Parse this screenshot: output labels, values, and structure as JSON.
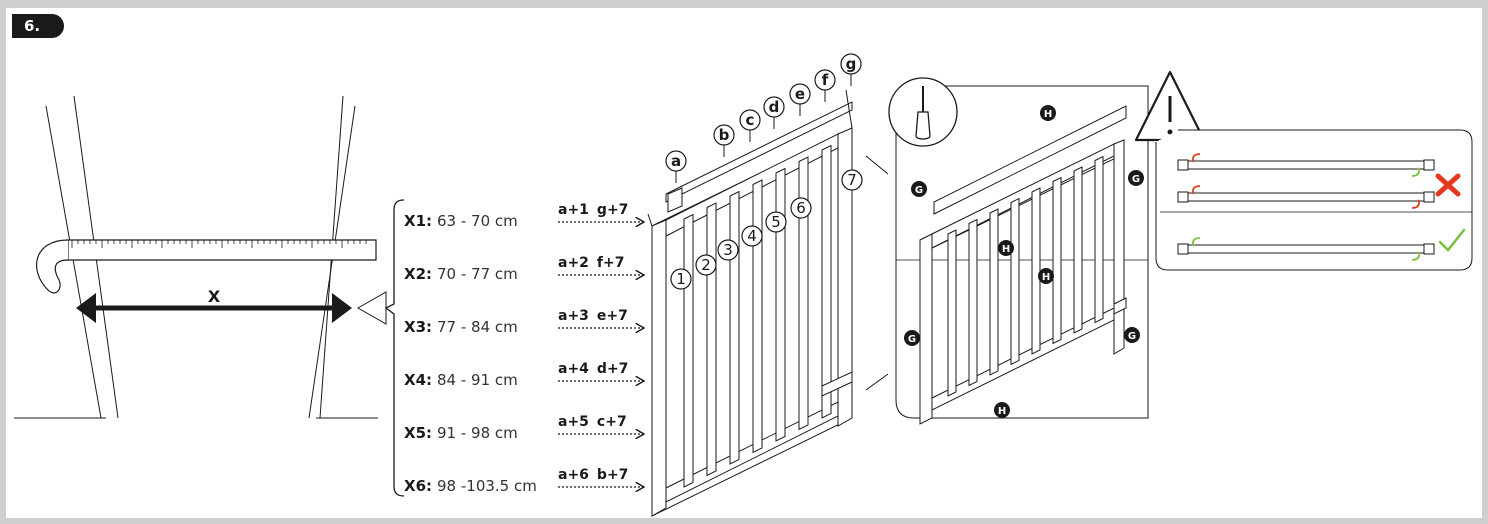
{
  "step": {
    "label": "6."
  },
  "measure": {
    "label": "X"
  },
  "ranges": [
    {
      "key": "X1:",
      "value": "63 - 70 cm",
      "combo_left": "a+1",
      "combo_right": "g+7"
    },
    {
      "key": "X2:",
      "value": "70 - 77 cm",
      "combo_left": "a+2",
      "combo_right": "f+7"
    },
    {
      "key": "X3:",
      "value": "77 - 84 cm",
      "combo_left": "a+3",
      "combo_right": "e+7"
    },
    {
      "key": "X4:",
      "value": "84 - 91 cm",
      "combo_left": "a+4",
      "combo_right": "d+7"
    },
    {
      "key": "X5:",
      "value": "91 - 98 cm",
      "combo_left": "a+5",
      "combo_right": "c+7"
    },
    {
      "key": "X6:",
      "value": "98 -103.5 cm",
      "combo_left": "a+6",
      "combo_right": "b+7"
    }
  ],
  "rail_labels": [
    "a",
    "b",
    "c",
    "d",
    "e",
    "f",
    "g"
  ],
  "bar_labels": [
    "1",
    "2",
    "3",
    "4",
    "5",
    "6",
    "7"
  ],
  "screws": {
    "g": "G",
    "h": "H"
  },
  "icons": {
    "tool": "screwdriver-icon",
    "warning": "warning-triangle-icon",
    "wrong": "cross-icon",
    "correct": "checkmark-icon"
  },
  "colors": {
    "line": "#1a1a1a",
    "wrong": "#e2391f",
    "correct": "#7bbf3a",
    "frame": "#cfcfcf"
  }
}
